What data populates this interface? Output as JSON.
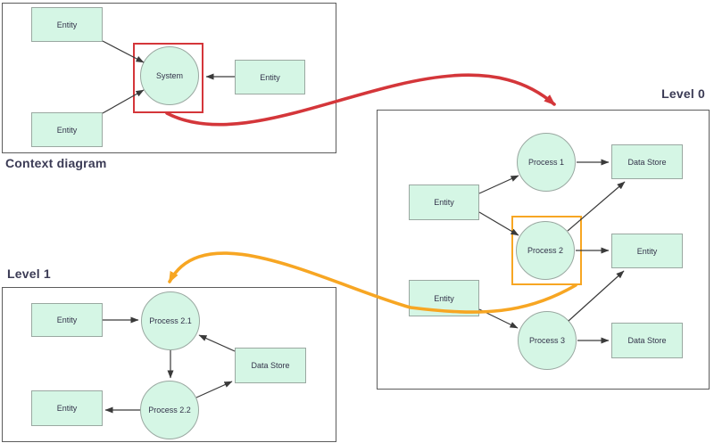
{
  "colors": {
    "node_fill": "#d5f6e5",
    "node_border": "#9aa8a1",
    "panel_border": "#5c5c5c",
    "arrow_color": "#3a3a3a",
    "highlight_red": "#d4363a",
    "highlight_orange": "#f7a623",
    "title_color": "#3b3b55",
    "label_color": "#33334a",
    "background": "#ffffff"
  },
  "panels": {
    "context": {
      "title": "Context diagram",
      "nodes": {
        "entity_top": "Entity",
        "entity_bottom": "Entity",
        "entity_right": "Entity",
        "system": "System"
      }
    },
    "level0": {
      "title": "Level 0",
      "nodes": {
        "entity_upper_left": "Entity",
        "entity_lower_left": "Entity",
        "process_1": "Process 1",
        "process_2": "Process 2",
        "process_3": "Process 3",
        "data_store_top": "Data Store",
        "entity_right": "Entity",
        "data_store_bottom": "Data Store"
      }
    },
    "level1": {
      "title": "Level 1",
      "nodes": {
        "entity_top": "Entity",
        "entity_bottom": "Entity",
        "process_2_1": "Process 2.1",
        "process_2_2": "Process 2.2",
        "data_store": "Data Store"
      }
    }
  },
  "flows": {
    "context": [
      [
        "entity_top",
        "system"
      ],
      [
        "entity_bottom",
        "system"
      ],
      [
        "entity_right",
        "system"
      ]
    ],
    "level0": [
      [
        "entity_upper_left",
        "process_1"
      ],
      [
        "entity_upper_left",
        "process_2"
      ],
      [
        "process_1",
        "data_store_top"
      ],
      [
        "process_2",
        "data_store_top"
      ],
      [
        "process_2",
        "entity_right"
      ],
      [
        "entity_lower_left",
        "process_3"
      ],
      [
        "process_3",
        "entity_right"
      ],
      [
        "process_3",
        "data_store_bottom"
      ]
    ],
    "level1": [
      [
        "entity_top",
        "process_2_1"
      ],
      [
        "process_2_1",
        "process_2_2"
      ],
      [
        "data_store",
        "process_2_1"
      ],
      [
        "process_2_2",
        "data_store"
      ],
      [
        "process_2_2",
        "entity_bottom"
      ]
    ],
    "cross_level": [
      {
        "from": "context.system",
        "to": "level0",
        "color": "highlight_red"
      },
      {
        "from": "level0.process_2",
        "to": "level1.process_2_1",
        "color": "highlight_orange"
      }
    ]
  }
}
